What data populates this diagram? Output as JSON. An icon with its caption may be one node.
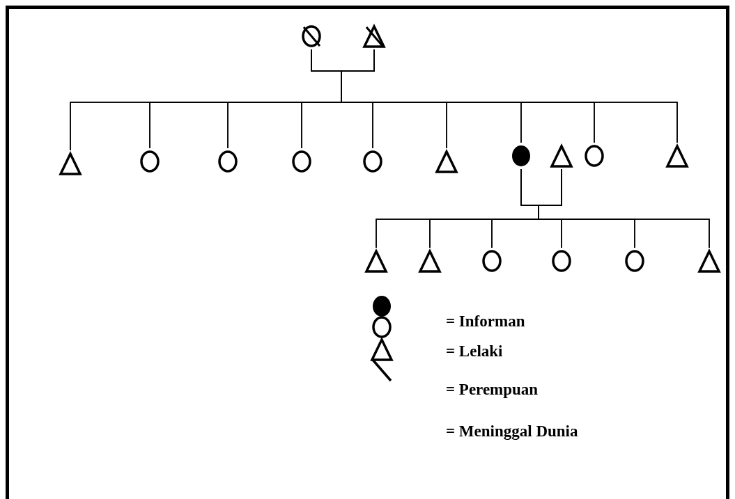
{
  "diagram": {
    "nodes": [
      {
        "text": [],
        "shape": "crossed-circle"
      },
      {
        "text": [],
        "shape": "crossed-triangle"
      },
      {
        "text": [],
        "shape": "triangle"
      },
      {
        "text": [],
        "shape": "circle"
      },
      {
        "text": [],
        "shape": "circle"
      },
      {
        "text": [],
        "shape": "circle"
      },
      {
        "text": [],
        "shape": "circle"
      },
      {
        "text": [],
        "shape": "triangle"
      },
      {
        "text": [],
        "shape": "disc"
      },
      {
        "text": [],
        "shape": "triangle"
      },
      {
        "text": [],
        "shape": "circle"
      },
      {
        "text": [],
        "shape": "triangle"
      },
      {
        "text": [],
        "shape": "triangle"
      },
      {
        "text": [],
        "shape": "triangle"
      },
      {
        "text": [],
        "shape": "circle"
      },
      {
        "text": [],
        "shape": "circle"
      },
      {
        "text": [],
        "shape": "circle"
      },
      {
        "text": [],
        "shape": "triangle"
      }
    ],
    "edges": [
      {
        "from": 0,
        "to": 1,
        "arrow": "none"
      },
      {
        "from": 0,
        "to": 2,
        "arrow": "none"
      },
      {
        "from": 0,
        "to": 3,
        "arrow": "none"
      },
      {
        "from": 0,
        "to": 4,
        "arrow": "none"
      },
      {
        "from": 0,
        "to": 5,
        "arrow": "none"
      },
      {
        "from": 0,
        "to": 6,
        "arrow": "none"
      },
      {
        "from": 0,
        "to": 7,
        "arrow": "none"
      },
      {
        "from": 0,
        "to": 8,
        "arrow": "none"
      },
      {
        "from": 0,
        "to": 10,
        "arrow": "none"
      },
      {
        "from": 0,
        "to": 11,
        "arrow": "none"
      },
      {
        "from": 1,
        "to": 2,
        "arrow": "none"
      },
      {
        "from": 1,
        "to": 3,
        "arrow": "none"
      },
      {
        "from": 1,
        "to": 4,
        "arrow": "none"
      },
      {
        "from": 1,
        "to": 5,
        "arrow": "none"
      },
      {
        "from": 1,
        "to": 6,
        "arrow": "none"
      },
      {
        "from": 1,
        "to": 7,
        "arrow": "none"
      },
      {
        "from": 1,
        "to": 8,
        "arrow": "none"
      },
      {
        "from": 1,
        "to": 10,
        "arrow": "none"
      },
      {
        "from": 1,
        "to": 11,
        "arrow": "none"
      },
      {
        "from": 8,
        "to": 9,
        "arrow": "none"
      },
      {
        "from": 8,
        "to": 12,
        "arrow": "none"
      },
      {
        "from": 8,
        "to": 13,
        "arrow": "none"
      },
      {
        "from": 8,
        "to": 14,
        "arrow": "none"
      },
      {
        "from": 8,
        "to": 15,
        "arrow": "none"
      },
      {
        "from": 8,
        "to": 16,
        "arrow": "none"
      },
      {
        "from": 8,
        "to": 17,
        "arrow": "none"
      },
      {
        "from": 9,
        "to": 12,
        "arrow": "none"
      },
      {
        "from": 9,
        "to": 13,
        "arrow": "none"
      },
      {
        "from": 9,
        "to": 14,
        "arrow": "none"
      },
      {
        "from": 9,
        "to": 15,
        "arrow": "none"
      },
      {
        "from": 9,
        "to": 16,
        "arrow": "none"
      },
      {
        "from": 9,
        "to": 17,
        "arrow": "none"
      }
    ],
    "legend": [
      {
        "text": "= Informan"
      },
      {
        "text": "= Lelaki"
      },
      {
        "text": "= Perempuan"
      },
      {
        "text": "= Meninggal Dunia"
      }
    ]
  }
}
